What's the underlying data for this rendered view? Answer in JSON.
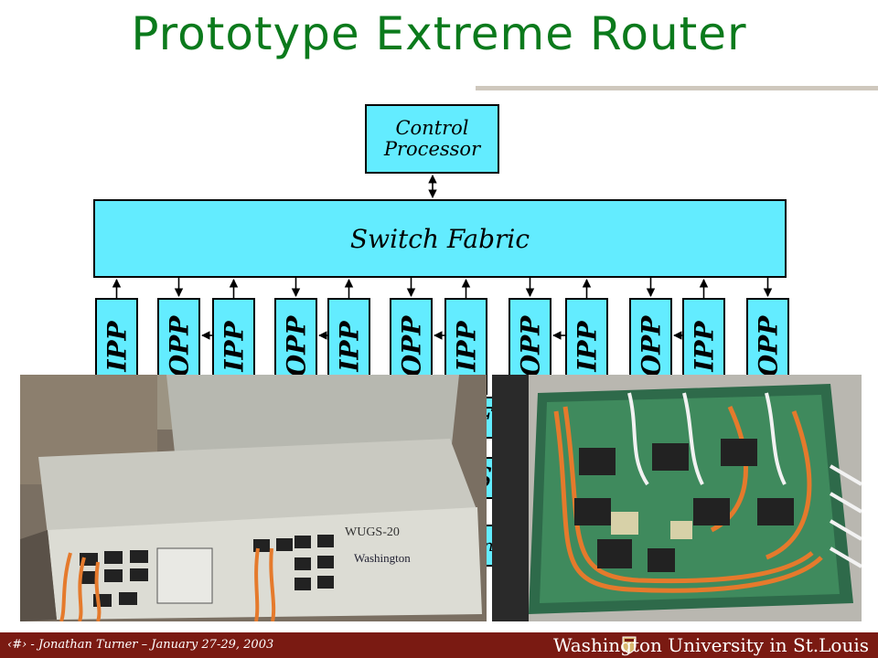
{
  "title": "Prototype Extreme Router",
  "control_processor": {
    "line1": "Control",
    "line2": "Processor"
  },
  "switch_fabric": {
    "label": "Switch Fabric"
  },
  "ports": [
    "IPP",
    "OPP",
    "IPP",
    "OPP",
    "IPP",
    "OPP",
    "IPP",
    "OPP",
    "IPP",
    "OPP",
    "IPP",
    "OPP"
  ],
  "lower_blocks": {
    "a": "FP",
    "b": "SP",
    "c": "ne"
  },
  "photo_left": {
    "chassis_label": "WUGS-20",
    "logo_text": "Washington"
  },
  "footer": {
    "credit": "‹#› - Jonathan Turner – January 27-29, 2003",
    "university": "Washington University in St.Louis"
  },
  "colors": {
    "title": "#0b7a1c",
    "box_fill": "#63ecff",
    "footer_bg": "#7a1a12"
  }
}
